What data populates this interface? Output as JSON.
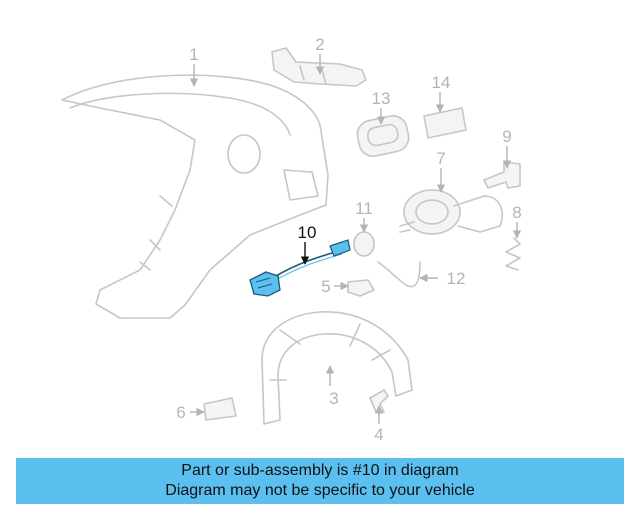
{
  "diagram": {
    "callouts": [
      "1",
      "2",
      "3",
      "4",
      "5",
      "6",
      "7",
      "8",
      "9",
      "10",
      "11",
      "12",
      "13",
      "14"
    ],
    "highlighted_callout": "10",
    "highlight_color": "#5bc0f0"
  },
  "banner": {
    "line1": "Part or sub-assembly is #10 in diagram",
    "line2": "Diagram may not be specific to your vehicle",
    "background": "#5bc0f0"
  }
}
